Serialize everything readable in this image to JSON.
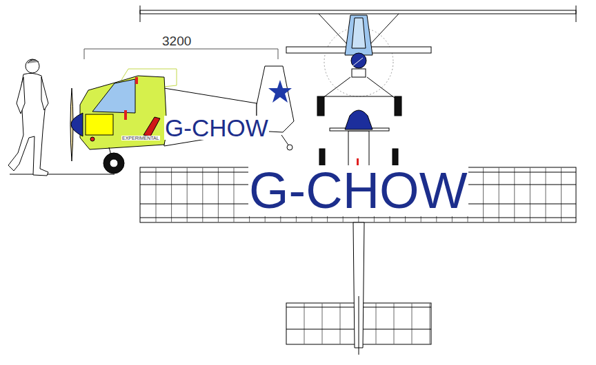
{
  "diagram": {
    "labels": [
      "3200",
      "EXPERIMENTAL",
      "G-CHOW",
      "G-CHOW"
    ]
  }
}
